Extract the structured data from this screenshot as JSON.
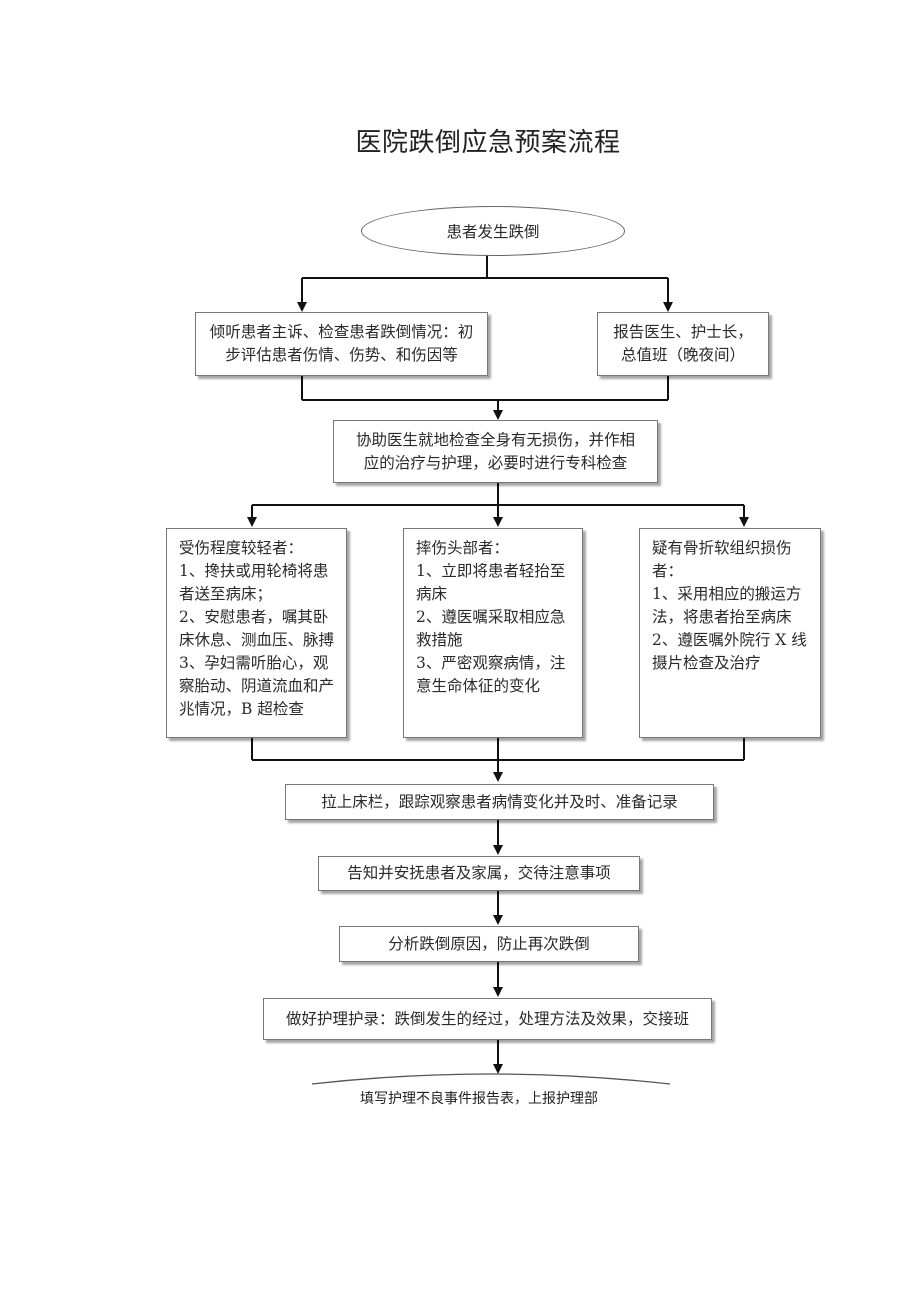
{
  "title": "医院跌倒应急预案流程",
  "start_node": "患者发生跌倒",
  "assess_node": [
    "倾听患者主诉、检查患者跌倒情况：初",
    "步评估患者伤情、伤势、和伤因等"
  ],
  "report_node": [
    "报告医生、护士长，",
    "总值班（晚夜间）"
  ],
  "assist_node": [
    "协助医生就地检查全身有无损伤，并作相",
    "应的治疗与护理，必要时进行专科检查"
  ],
  "branches": [
    {
      "lines": [
        "受伤程度较轻者：",
        "1、搀扶或用轮椅将患",
        "者送至病床；",
        "2、安慰患者，嘱其卧",
        "床休息、测血压、脉搏",
        "3、孕妇需听胎心，观",
        "察胎动、阴道流血和产",
        "兆情况，B 超检查"
      ]
    },
    {
      "lines": [
        "摔伤头部者：",
        "1、立即将患者轻抬至",
        "病床",
        "2、遵医嘱采取相应急",
        "救措施",
        "3、严密观察病情，注",
        "意生命体征的变化"
      ]
    },
    {
      "lines": [
        "疑有骨折软组织损伤",
        "者：",
        "1、采用相应的搬运方",
        "法，将患者抬至病床",
        "2、遵医嘱外院行 X 线",
        "摄片检查及治疗"
      ]
    }
  ],
  "steps": [
    "拉上床栏，跟踪观察患者病情变化并及时、准备记录",
    "告知并安抚患者及家属，交待注意事项",
    "分析跌倒原因，防止再次跌倒",
    "做好护理护录：跌倒发生的经过，处理方法及效果，交接班"
  ],
  "final_text": "填写护理不良事件报告表，上报护理部"
}
